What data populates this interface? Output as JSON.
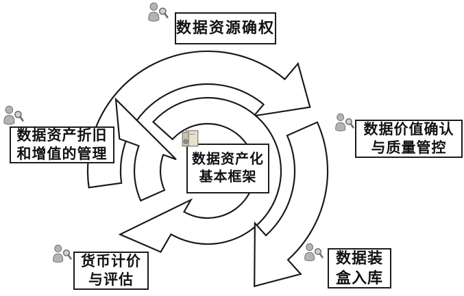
{
  "background_color": "#ffffff",
  "colors": {
    "line": "#1a1a1a",
    "box_border": "#1a1a1a",
    "text": "#111111",
    "icon_gray": "#b4b4b4",
    "icon_outline": "#767676",
    "icon_glass": "#d2d2d2",
    "ledger_light": "#e7e0cf",
    "ledger_dark": "#c9c2b2"
  },
  "cycle_direction": "clockwise",
  "center_node": {
    "line1": "数据资产化",
    "line2": "基本框架",
    "icon": "ledger-box-icon"
  },
  "nodes": {
    "top": {
      "line1": "数据资源确权",
      "line2": "",
      "icon": "person-magnifier-icon"
    },
    "right": {
      "line1": "数据价值确认",
      "line2": "与质量管控",
      "icon": "person-magnifier-icon"
    },
    "bottom_right": {
      "line1": "数据装",
      "line2": "盒入库",
      "icon": "person-magnifier-icon"
    },
    "bottom_left": {
      "line1": "货币计价",
      "line2": "与评估",
      "icon": "person-magnifier-icon"
    },
    "left": {
      "line1": "数据资产折旧",
      "line2": "和增值的管理",
      "icon": "person-magnifier-icon"
    }
  }
}
